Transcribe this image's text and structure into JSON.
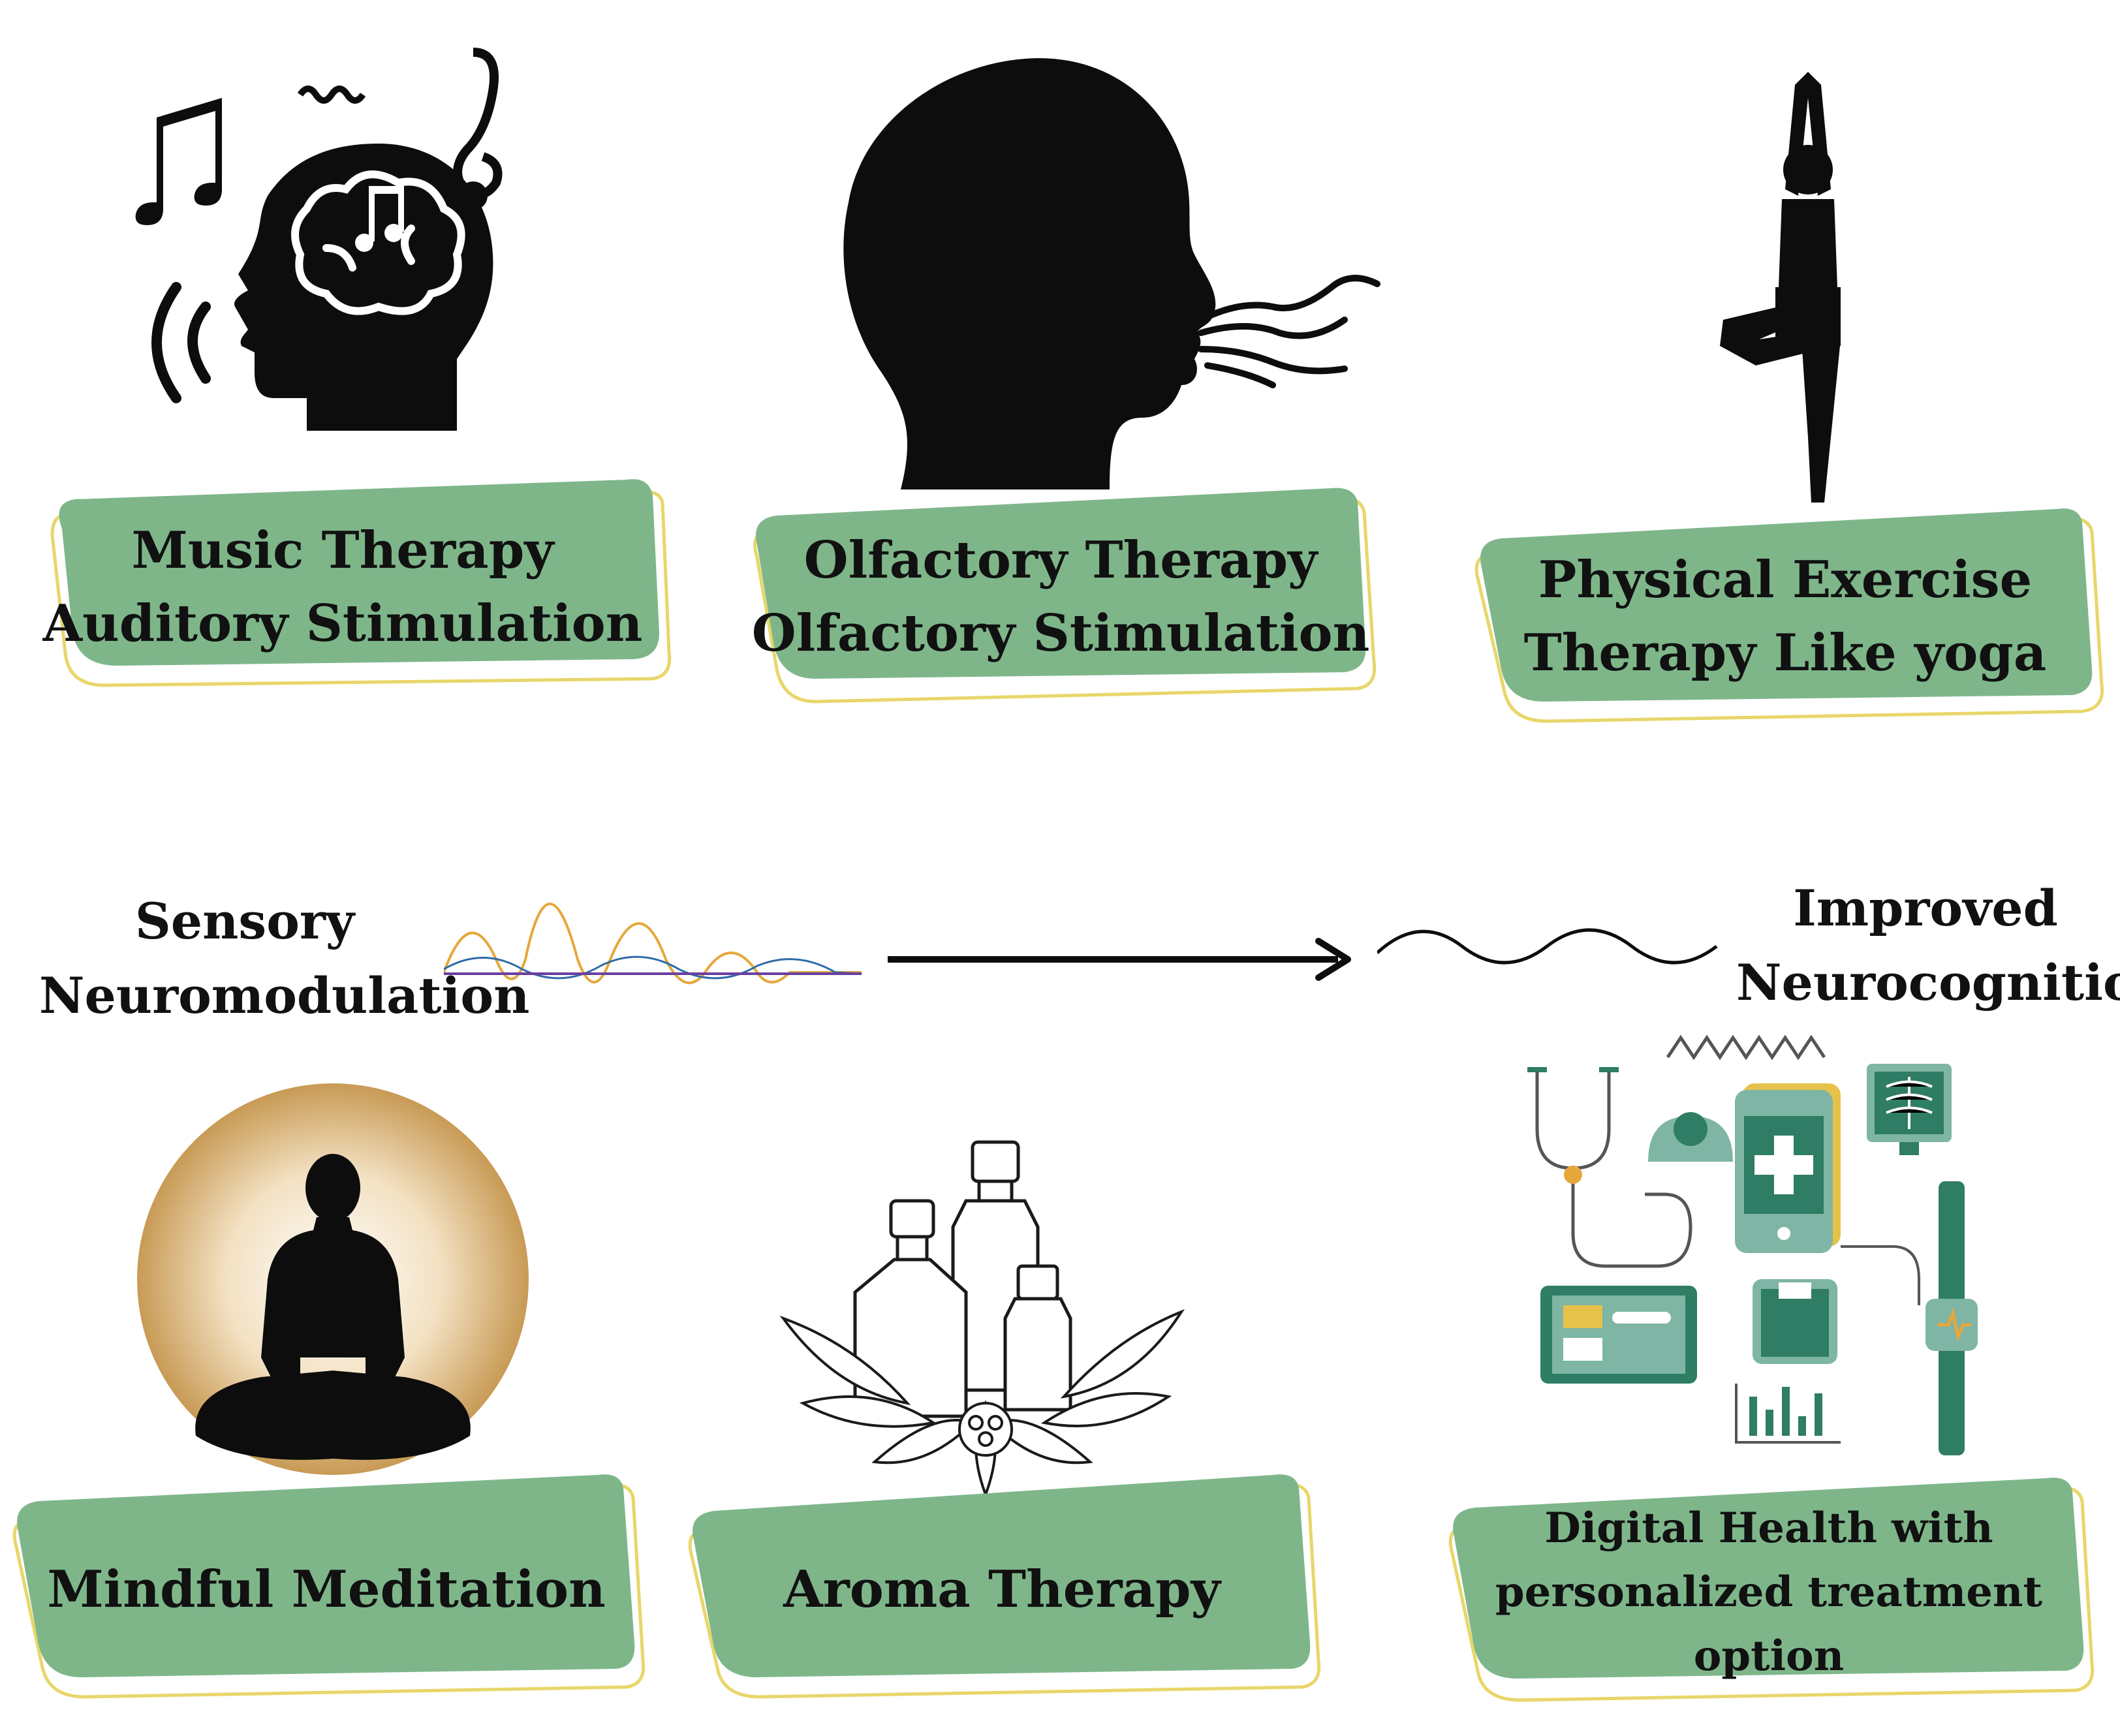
{
  "cards": {
    "music": {
      "line1": "Music Therapy",
      "line2": "Auditory Stimulation"
    },
    "olfactory": {
      "line1": "Olfactory Therapy",
      "line2": "Olfactory Stimulation"
    },
    "exercise": {
      "line1": "Physical Exercise",
      "line2": "Therapy Like yoga"
    },
    "meditation": {
      "line1": "Mindful Meditation"
    },
    "aroma": {
      "line1": "Aroma Therapy"
    },
    "digital": {
      "line1": "Digital Health with",
      "line2": "personalized treatment option"
    }
  },
  "flow": {
    "left_line1": "Sensory",
    "left_line2": "Neuromodulation",
    "right_line1": "Improved",
    "right_line2": "Neurocognition"
  },
  "colors": {
    "card_fill": "#7eb68a",
    "card_outline": "#e8d66a",
    "icon_dark": "#0d0d0d",
    "health_green": "#2e7d64",
    "health_light": "#7fb5a4",
    "wave_orange": "#e6a73a",
    "wave_purple": "#6a3fa0"
  },
  "icons": [
    "music-head-icon",
    "breathing-head-icon",
    "yoga-tree-pose-icon",
    "meditation-silhouette-icon",
    "aroma-bottles-icon",
    "digital-health-devices-icon"
  ]
}
